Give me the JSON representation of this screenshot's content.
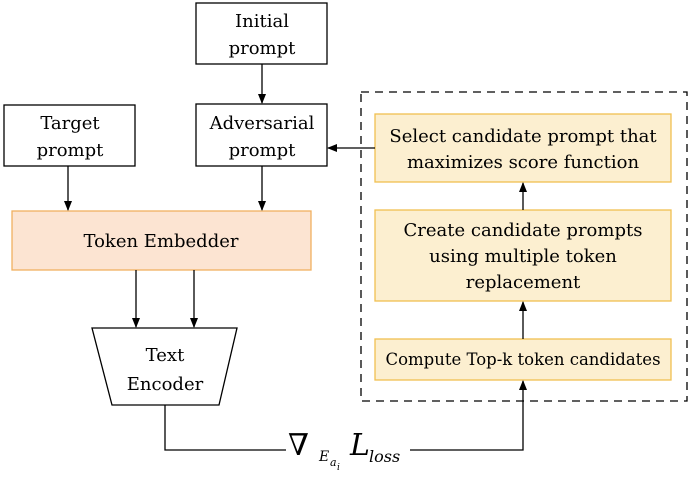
{
  "nodes": {
    "initial_prompt": [
      "Initial",
      "prompt"
    ],
    "target_prompt": [
      "Target",
      "prompt"
    ],
    "adversarial_prompt": [
      "Adversarial",
      "prompt"
    ],
    "token_embedder": "Token Embedder",
    "text_encoder": [
      "Text",
      "Encoder"
    ],
    "select_candidate": [
      "Select candidate prompt that",
      "maximizes score function"
    ],
    "create_candidates": [
      "Create candidate prompts",
      "using multiple token",
      "replacement"
    ],
    "compute_topk": "Compute Top-k token candidates"
  },
  "gradient_label": {
    "nabla": "∇",
    "subscript_main": "E",
    "subscript_sub1": "a",
    "subscript_sub2": "i",
    "loss_main": "L",
    "loss_sub": "loss"
  },
  "colors": {
    "embedder_fill": "#fce4d2",
    "embedder_stroke": "#f0b060",
    "candidate_fill": "#fcefd0",
    "candidate_stroke": "#f0c050",
    "line": "#000000"
  }
}
